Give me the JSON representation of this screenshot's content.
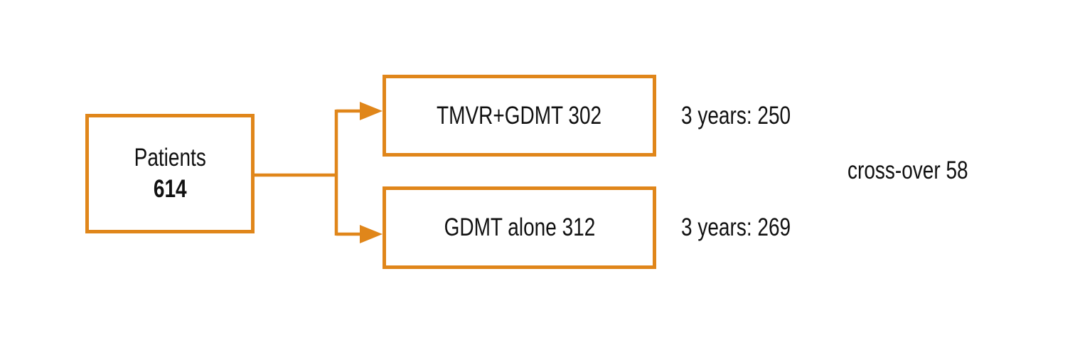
{
  "diagram": {
    "root_box": {
      "line1": "Patients",
      "line2": "614"
    },
    "branch_boxes": [
      {
        "label": "TMVR+GDMT 302",
        "annotation": "3 years: 250"
      },
      {
        "label": "GDMT alone 312",
        "annotation": "3 years: 269"
      }
    ],
    "side_note": "cross-over 58",
    "colors": {
      "accent": "#E0861A",
      "text": "#111111",
      "background": "#FFFFFF"
    }
  }
}
